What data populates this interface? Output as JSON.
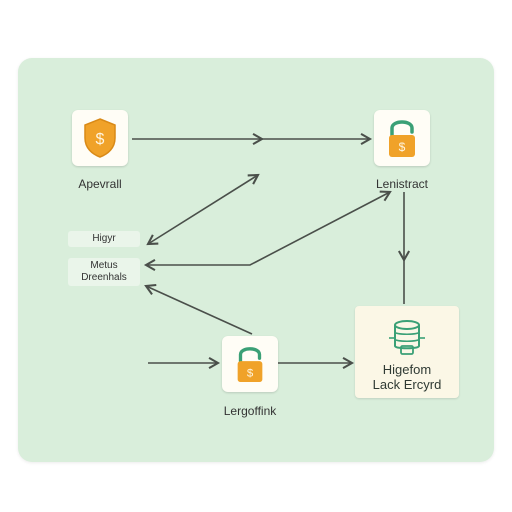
{
  "diagram": {
    "nodes": {
      "apevrall": {
        "label": "Apevrall",
        "icon": "shield-dollar-icon"
      },
      "lenistract": {
        "label": "Lenistract",
        "icon": "padlock-dollar-icon"
      },
      "lergoffink": {
        "label": "Lergoffink",
        "icon": "padlock-dollar-icon"
      },
      "target": {
        "line1": "Higefom",
        "line2": "Lack Ercyrd",
        "icon": "database-lock-icon"
      }
    },
    "side_items": {
      "higyr": {
        "label": "Higyr"
      },
      "metus": {
        "line1": "Metus",
        "line2": "Dreenhals"
      }
    }
  },
  "colors": {
    "panel": "#d9eedb",
    "accent_orange": "#f0a229",
    "accent_green": "#3aa076",
    "edge": "#4a4f4a"
  }
}
